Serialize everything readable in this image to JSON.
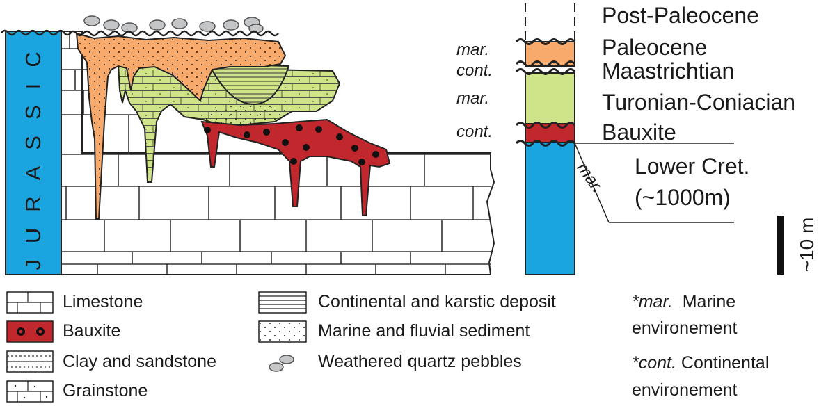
{
  "colors": {
    "jurassic_blue": "#1aa4e0",
    "paleocene_orange": "#f7aa6b",
    "turonian_green": "#cfe389",
    "bauxite_red": "#c1282d",
    "lower_cret_blue": "#1aa4e0",
    "pebble_gray": "#c4c6c8"
  },
  "cross_section": {
    "jurassic_label": "JURASSIC"
  },
  "column": {
    "units": [
      {
        "name": "Post-Paleocene",
        "env": ""
      },
      {
        "name": "Paleocene",
        "env": "mar."
      },
      {
        "name": "Maastrichtian",
        "env": "cont."
      },
      {
        "name": "Turonian-Coniacian",
        "env": "mar."
      },
      {
        "name": "Bauxite",
        "env": "cont."
      },
      {
        "name": "Lower Cret.",
        "thickness": "(~1000m)",
        "env": "mar."
      }
    ],
    "scale_label": "~10 m"
  },
  "legend": {
    "items": [
      {
        "label": "Limestone",
        "icon": "limestone-pattern"
      },
      {
        "label": "Bauxite",
        "icon": "bauxite-pattern"
      },
      {
        "label": "Clay and sandstone",
        "icon": "clay-sandstone-pattern"
      },
      {
        "label": "Grainstone",
        "icon": "grainstone-pattern"
      },
      {
        "label": "Continental and karstic deposit",
        "icon": "horizontal-lines-pattern"
      },
      {
        "label": "Marine and fluvial sediment",
        "icon": "dotted-pattern"
      },
      {
        "label": "Weathered quartz pebbles",
        "icon": "pebbles-icon"
      }
    ],
    "notes": [
      {
        "abbr": "*mar.",
        "meaning": "Marine",
        "line2": "environement"
      },
      {
        "abbr": "*cont.",
        "meaning": "Continental",
        "line2": "environement"
      }
    ]
  }
}
